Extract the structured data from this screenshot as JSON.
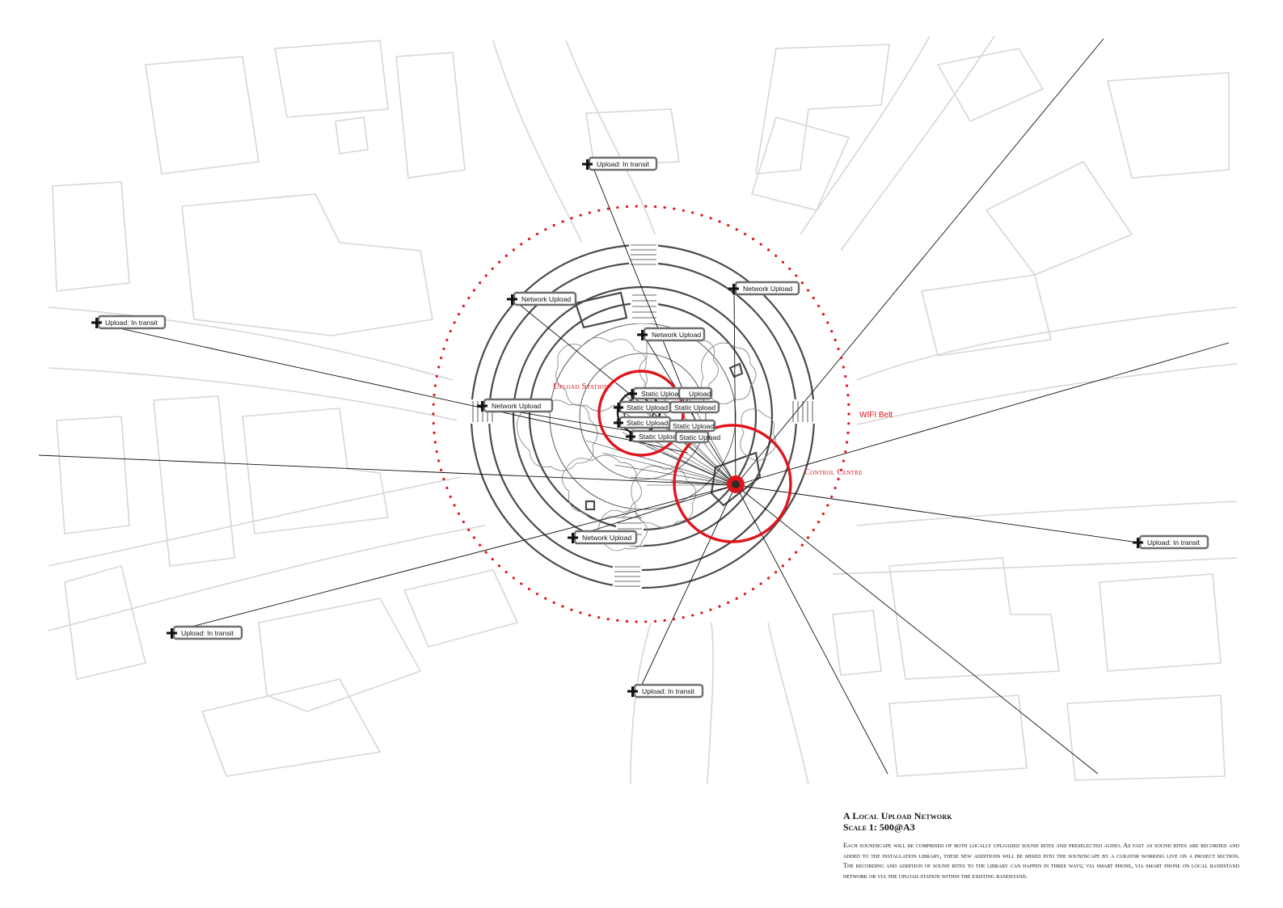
{
  "colors": {
    "accent_red": "#e0141c",
    "map_grey": "#d6d6d6",
    "ink": "#111111"
  },
  "labels": {
    "upload_station": "Upload Station",
    "wifi_belt": "WIFI Belt",
    "control_centre": "Control Centre"
  },
  "upload_tags": {
    "transit_top": "Upload: In transit",
    "transit_left": "Upload: In transit",
    "transit_right": "Upload: In transit",
    "transit_bottom_left": "Upload: In transit",
    "transit_bottom": "Upload: In transit",
    "network_nw": "Network Upload",
    "network_ne": "Network Upload",
    "network_n": "Network Upload",
    "network_w": "Network Upload",
    "network_s": "Network Upload",
    "static_1": "Static Upload",
    "static_2": "Static Upload",
    "static_3": "Static Upload",
    "static_4": "Static Upload",
    "static_5": "Static Upload",
    "static_6": "Static Upload",
    "static_7": "Static Upload",
    "static_8": "Upload"
  },
  "caption": {
    "title": "A Local Upload Network",
    "scale": "Scale 1: 500@A3",
    "body": "Each soundscape will be comprised of both locally uploaded sound bites and preselected audio. As fast as sound bites are recorded and added to the installation library, these new additions will be mixed into the soundscape by a curator working live on a project section. The recording and addition of sound bites to the library can happen in three ways; via smart phone, via smart phone on local bandstand network or via the upload station within the existing bandstand."
  }
}
